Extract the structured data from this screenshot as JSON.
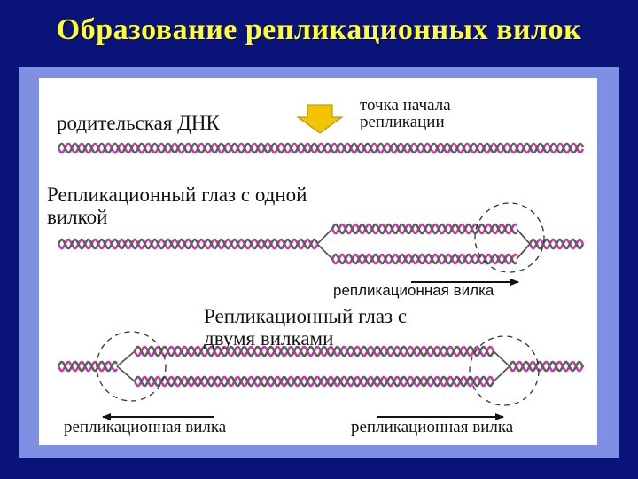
{
  "title": "Образование репликационных вилок",
  "labels": {
    "parental_dna": "родительская ДНК",
    "origin": "точка начала репликации",
    "eye_one_fork": "Репликационный глаз с одной вилкой",
    "eye_two_forks": "Репликационный глаз с двумя вилками",
    "fork_single": "репликационная вилка",
    "fork_left": "репликационная вилка",
    "fork_right": "репликационная вилка"
  },
  "colors": {
    "background": "#0a1478",
    "title": "#ffff33",
    "panel": "#7f8fe4",
    "figure": "#ffffff",
    "strand_a": "#c03aa8",
    "strand_b": "#606060",
    "origin_arrow": "#f2c400"
  },
  "icons": {
    "origin_marker": "down-arrow-icon",
    "fork_circle": "dashed-circle-icon"
  }
}
